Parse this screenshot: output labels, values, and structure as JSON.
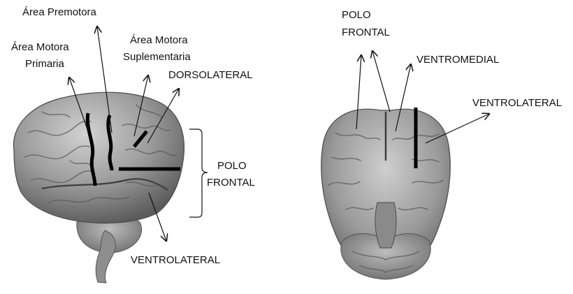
{
  "lateral_view": {
    "labels": {
      "premotor": "Área Premotora",
      "primary_motor_line1": "Área Motora",
      "primary_motor_line2": "Primaria",
      "supplementary_line1": "Área Motora",
      "supplementary_line2": "Suplementaria",
      "dorsolateral": "DORSOLATERAL",
      "frontal_pole_line1": "POLO",
      "frontal_pole_line2": "FRONTAL",
      "ventrolateral": "VENTROLATERAL"
    }
  },
  "ventral_view": {
    "labels": {
      "frontal_pole_line1": "POLO",
      "frontal_pole_line2": "FRONTAL",
      "ventromedial": "VENTROMEDIAL",
      "ventrolateral": "VENTROLATERAL"
    }
  },
  "colors": {
    "brain_fill": "#9a9a9a",
    "brain_shade": "#6e6e6e",
    "brain_highlight": "#c9c9c9",
    "marker": "#000000"
  }
}
